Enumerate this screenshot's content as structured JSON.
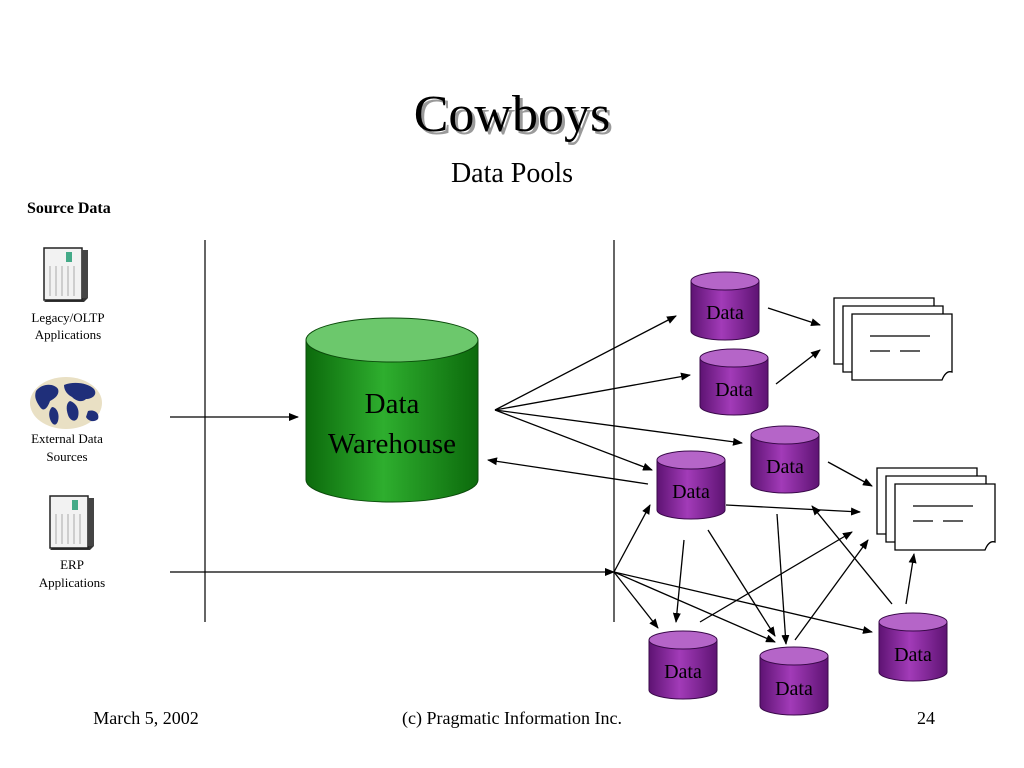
{
  "slide": {
    "title": "Cowboys",
    "subtitle": "Data Pools"
  },
  "sources": {
    "heading": "Source Data",
    "legacy": {
      "label_line1": "Legacy/OLTP",
      "label_line2": "Applications",
      "icon": "server-icon"
    },
    "external": {
      "label_line1": "External Data",
      "label_line2": "Sources",
      "icon": "globe-icon"
    },
    "erp": {
      "label_line1": "ERP",
      "label_line2": "Applications",
      "icon": "server-icon"
    }
  },
  "warehouse": {
    "label_line1": "Data",
    "label_line2": "Warehouse",
    "color": "#1f8f1f"
  },
  "pools": {
    "label": "Data",
    "color": "#8b2a9f",
    "items": [
      "Data",
      "Data",
      "Data",
      "Data",
      "Data",
      "Data",
      "Data"
    ]
  },
  "reports": {
    "icon": "document-stack-icon"
  },
  "footer": {
    "date": "March 5, 2002",
    "copyright": "(c) Pragmatic Information Inc.",
    "page": "24"
  }
}
